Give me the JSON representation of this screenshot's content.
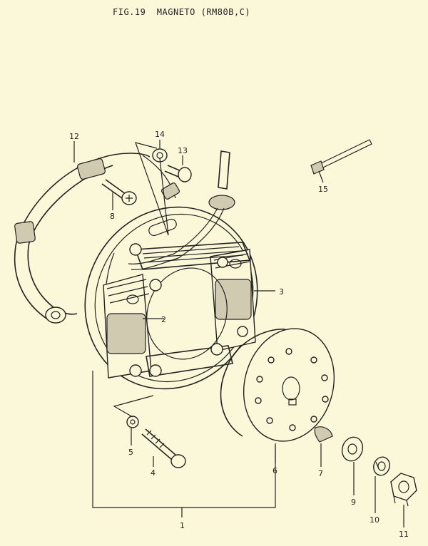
{
  "title": "FIG.19  MAGNETO (RM80B,C)",
  "callouts": [
    {
      "id": "1",
      "label": "1"
    },
    {
      "id": "2",
      "label": "2"
    },
    {
      "id": "3",
      "label": "3"
    },
    {
      "id": "4",
      "label": "4"
    },
    {
      "id": "5",
      "label": "5"
    },
    {
      "id": "6",
      "label": "6"
    },
    {
      "id": "7",
      "label": "7"
    },
    {
      "id": "8",
      "label": "8"
    },
    {
      "id": "9",
      "label": "9"
    },
    {
      "id": "10",
      "label": "10"
    },
    {
      "id": "11",
      "label": "11"
    },
    {
      "id": "12",
      "label": "12"
    },
    {
      "id": "13",
      "label": "13"
    },
    {
      "id": "14",
      "label": "14"
    },
    {
      "id": "15",
      "label": "15"
    }
  ]
}
